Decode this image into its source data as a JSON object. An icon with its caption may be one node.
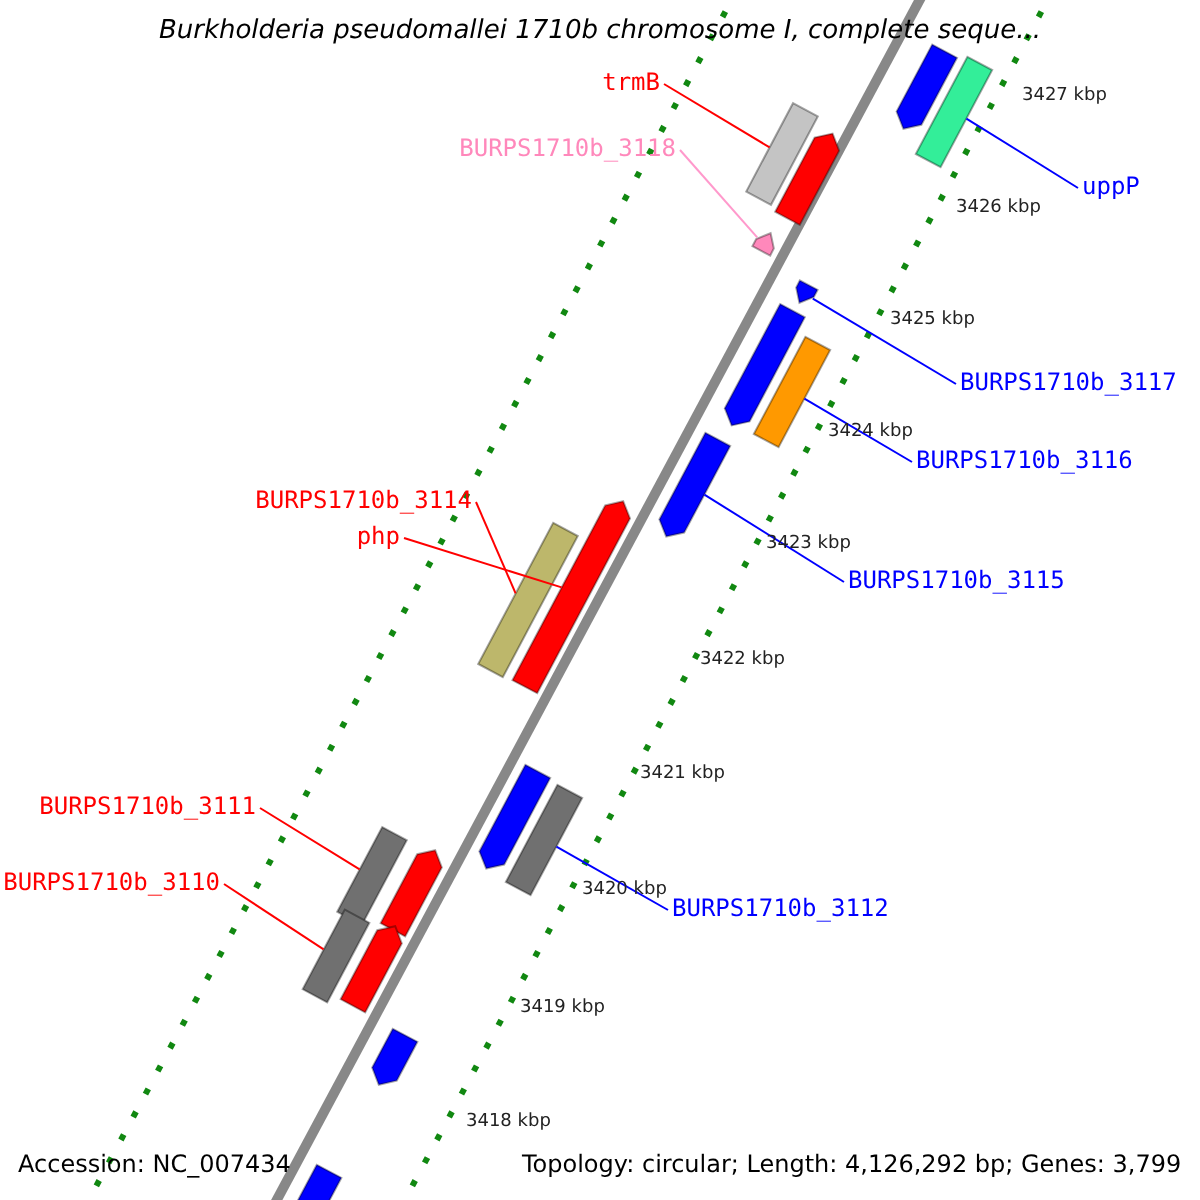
{
  "diagram": {
    "title": "Burkholderia pseudomallei 1710b chromosome I, complete seque...",
    "nodes": [
      {
        "text": [
          "trmB"
        ]
      },
      {
        "text": [],
        "shape": "bar"
      },
      {
        "text": [
          "BURPS1710b_3118"
        ]
      },
      {
        "text": [],
        "shape": "arrow"
      },
      {
        "text": [
          "uppP"
        ]
      },
      {
        "text": [],
        "shape": "bar"
      },
      {
        "text": [
          "BURPS1710b_3117"
        ]
      },
      {
        "text": [],
        "shape": "arrow"
      },
      {
        "text": [
          "BURPS1710b_3116"
        ]
      },
      {
        "text": [],
        "shape": "bar"
      },
      {
        "text": [
          "BURPS1710b_3115"
        ]
      },
      {
        "text": [],
        "shape": "arrow"
      },
      {
        "text": [
          "BURPS1710b_3114"
        ]
      },
      {
        "text": [],
        "shape": "bar"
      },
      {
        "text": [
          "php"
        ]
      },
      {
        "text": [],
        "shape": "arrow"
      },
      {
        "text": [
          "BURPS1710b_3111"
        ]
      },
      {
        "text": [],
        "shape": "bar"
      },
      {
        "text": [
          "BURPS1710b_3110"
        ]
      },
      {
        "text": [],
        "shape": "bar"
      },
      {
        "text": [
          "BURPS1710b_3112"
        ]
      },
      {
        "text": [],
        "shape": "bar"
      },
      {
        "text": [],
        "shape": "arrow"
      },
      {
        "text": [],
        "shape": "arrow"
      },
      {
        "text": [],
        "shape": "arrow"
      },
      {
        "text": [],
        "shape": "arrow"
      },
      {
        "text": [],
        "shape": "arrow"
      },
      {
        "text": [],
        "shape": "arrow"
      },
      {
        "text": [],
        "shape": "arrow"
      },
      {
        "text": [],
        "shape": "arrow"
      }
    ],
    "edges": [
      {
        "from": 0,
        "to": 1,
        "arrow": "none",
        "color": "#ff0000"
      },
      {
        "from": 2,
        "to": 3,
        "arrow": "none",
        "color": "#ff99cc"
      },
      {
        "from": 4,
        "to": 5,
        "arrow": "none",
        "color": "#0000ff"
      },
      {
        "from": 6,
        "to": 7,
        "arrow": "none",
        "color": "#0000ff"
      },
      {
        "from": 8,
        "to": 9,
        "arrow": "none",
        "color": "#0000ff"
      },
      {
        "from": 10,
        "to": 11,
        "arrow": "none",
        "color": "#0000ff"
      },
      {
        "from": 12,
        "to": 13,
        "arrow": "none",
        "color": "#ff0000"
      },
      {
        "from": 14,
        "to": 15,
        "arrow": "none",
        "color": "#ff0000"
      },
      {
        "from": 16,
        "to": 17,
        "arrow": "none",
        "color": "#ff0000"
      },
      {
        "from": 18,
        "to": 19,
        "arrow": "none",
        "color": "#ff0000"
      },
      {
        "from": 20,
        "to": 21,
        "arrow": "none",
        "color": "#0000ff"
      }
    ],
    "labels": [
      "3427 kbp",
      "3426 kbp",
      "3425 kbp",
      "3424 kbp",
      "3423 kbp",
      "3422 kbp",
      "3421 kbp",
      "3420 kbp",
      "3419 kbp",
      "3418 kbp",
      "Accession: NC_007434",
      "Topology: circular; Length: 4,126,292 bp; Genes: 3,799"
    ]
  }
}
